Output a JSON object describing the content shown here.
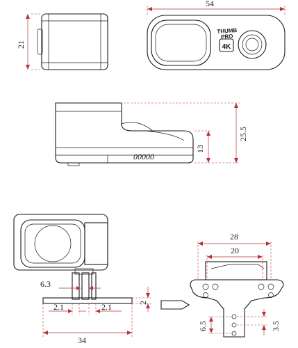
{
  "dimensions": {
    "top_width": "54",
    "side_height": "21",
    "total_height": "25.5",
    "body_height": "13",
    "mount_outer_width": "28",
    "mount_inner_width": "20",
    "arm_gap": "6.3",
    "arm_offset_left": "2.1",
    "arm_offset_right": "2.1",
    "plate_thickness": "2",
    "base_width": "34",
    "hole_spacing": "6.5",
    "hole_spacing_right": "3.5"
  },
  "device": {
    "brand_line1": "THUMB",
    "brand_line2": "PRO",
    "badge": "4K",
    "vent_marks": "00000"
  }
}
